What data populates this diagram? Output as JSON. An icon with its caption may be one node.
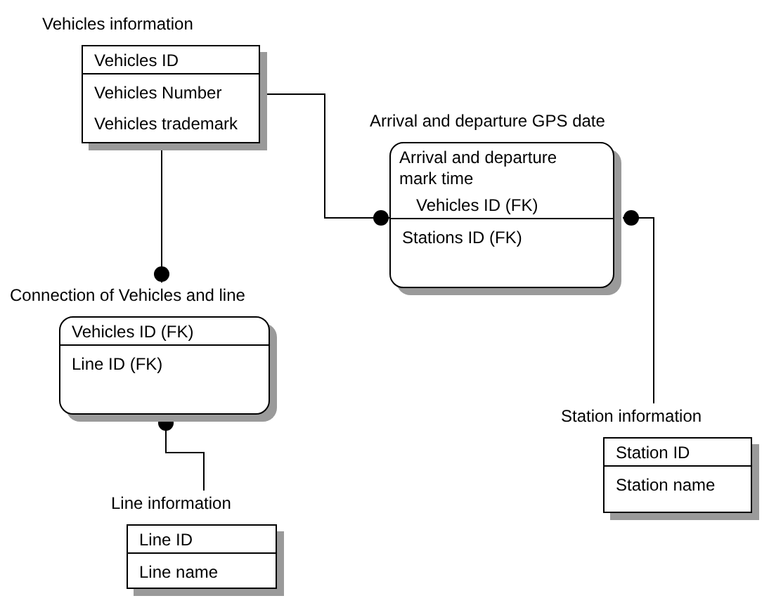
{
  "diagram": {
    "nodes": [
      {
        "text": [
          "Vehicles information",
          "Vehicles ID",
          "Vehicles Number",
          "Vehicles trademark"
        ]
      },
      {
        "text": [
          "Arrival and departure GPS date",
          "Arrival and departure mark time",
          "Vehicles ID (FK)",
          "Stations ID (FK)"
        ]
      },
      {
        "text": [
          "Connection of Vehicles and line",
          "Vehicles ID (FK)",
          "Line ID (FK)"
        ]
      },
      {
        "text": [
          "Station information",
          "Station ID",
          "Station name"
        ]
      },
      {
        "text": [
          "Line information",
          "Line ID",
          "Line name"
        ]
      }
    ],
    "edges": [
      {
        "from": 0,
        "to": 1,
        "arrow": "other"
      },
      {
        "from": 0,
        "to": 2,
        "arrow": "other"
      },
      {
        "from": 3,
        "to": 1,
        "arrow": "other"
      },
      {
        "from": 4,
        "to": 2,
        "arrow": "other"
      }
    ]
  }
}
